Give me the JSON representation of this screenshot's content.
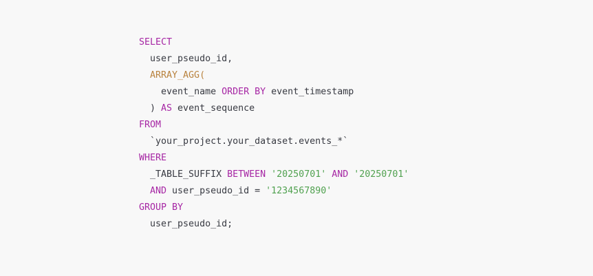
{
  "code": {
    "language": "sql",
    "colors": {
      "background": "#f8f8f8",
      "keyword": "#a626a4",
      "function": "#b9833f",
      "string": "#50a14f",
      "identifier": "#383a42"
    },
    "lines": [
      {
        "indent": "",
        "tokens": [
          {
            "type": "kw",
            "text": "SELECT"
          }
        ]
      },
      {
        "indent": "  ",
        "tokens": [
          {
            "type": "id",
            "text": "user_pseudo_id,"
          }
        ]
      },
      {
        "indent": "  ",
        "tokens": [
          {
            "type": "fn",
            "text": "ARRAY_AGG("
          }
        ]
      },
      {
        "indent": "    ",
        "tokens": [
          {
            "type": "id",
            "text": "event_name "
          },
          {
            "type": "kw",
            "text": "ORDER BY"
          },
          {
            "type": "id",
            "text": " event_timestamp"
          }
        ]
      },
      {
        "indent": "  ",
        "tokens": [
          {
            "type": "punct",
            "text": ") "
          },
          {
            "type": "kw",
            "text": "AS"
          },
          {
            "type": "id",
            "text": " event_sequence"
          }
        ]
      },
      {
        "indent": "",
        "tokens": [
          {
            "type": "kw",
            "text": "FROM"
          }
        ]
      },
      {
        "indent": "  ",
        "tokens": [
          {
            "type": "id",
            "text": "`your_project.your_dataset.events_*`"
          }
        ]
      },
      {
        "indent": "",
        "tokens": [
          {
            "type": "kw",
            "text": "WHERE"
          }
        ]
      },
      {
        "indent": "  ",
        "tokens": [
          {
            "type": "id",
            "text": "_TABLE_SUFFIX "
          },
          {
            "type": "kw",
            "text": "BETWEEN"
          },
          {
            "type": "id",
            "text": " "
          },
          {
            "type": "str",
            "text": "'20250701'"
          },
          {
            "type": "id",
            "text": " "
          },
          {
            "type": "kw",
            "text": "AND"
          },
          {
            "type": "id",
            "text": " "
          },
          {
            "type": "str",
            "text": "'20250701'"
          }
        ]
      },
      {
        "indent": "  ",
        "tokens": [
          {
            "type": "kw",
            "text": "AND"
          },
          {
            "type": "id",
            "text": " user_pseudo_id = "
          },
          {
            "type": "str",
            "text": "'1234567890'"
          }
        ]
      },
      {
        "indent": "",
        "tokens": [
          {
            "type": "kw",
            "text": "GROUP BY"
          }
        ]
      },
      {
        "indent": "  ",
        "tokens": [
          {
            "type": "id",
            "text": "user_pseudo_id;"
          }
        ]
      }
    ]
  }
}
